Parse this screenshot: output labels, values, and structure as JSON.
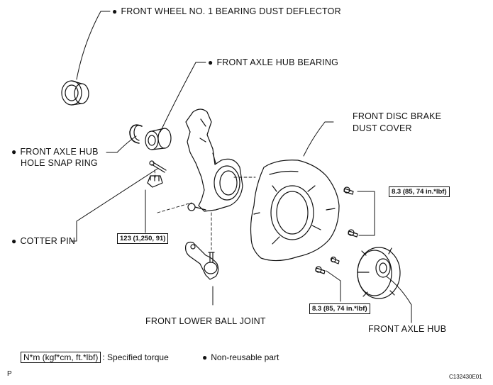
{
  "labels": {
    "dust_deflector": "FRONT WHEEL NO. 1 BEARING DUST DEFLECTOR",
    "hub_bearing": "FRONT AXLE HUB BEARING",
    "snap_ring_line1": "FRONT AXLE HUB",
    "snap_ring_line2": "HOLE SNAP RING",
    "disc_cover_line1": "FRONT DISC BRAKE",
    "disc_cover_line2": "DUST COVER",
    "cotter_pin": "COTTER PIN",
    "ball_joint": "FRONT LOWER BALL JOINT",
    "axle_hub": "FRONT AXLE HUB"
  },
  "bullet": "●",
  "torques": {
    "upper": "8.3 (85, 74 in.*lbf)",
    "nut": "123 (1,250, 91)",
    "lower": "8.3 (85, 74 in.*lbf)"
  },
  "legend": {
    "torque_unit": "N*m (kgf*cm, ft.*lbf)",
    "torque_desc": ": Specified torque",
    "nonreusable": "Non-reusable part"
  },
  "corner_left": "P",
  "image_code": "C132430E01"
}
